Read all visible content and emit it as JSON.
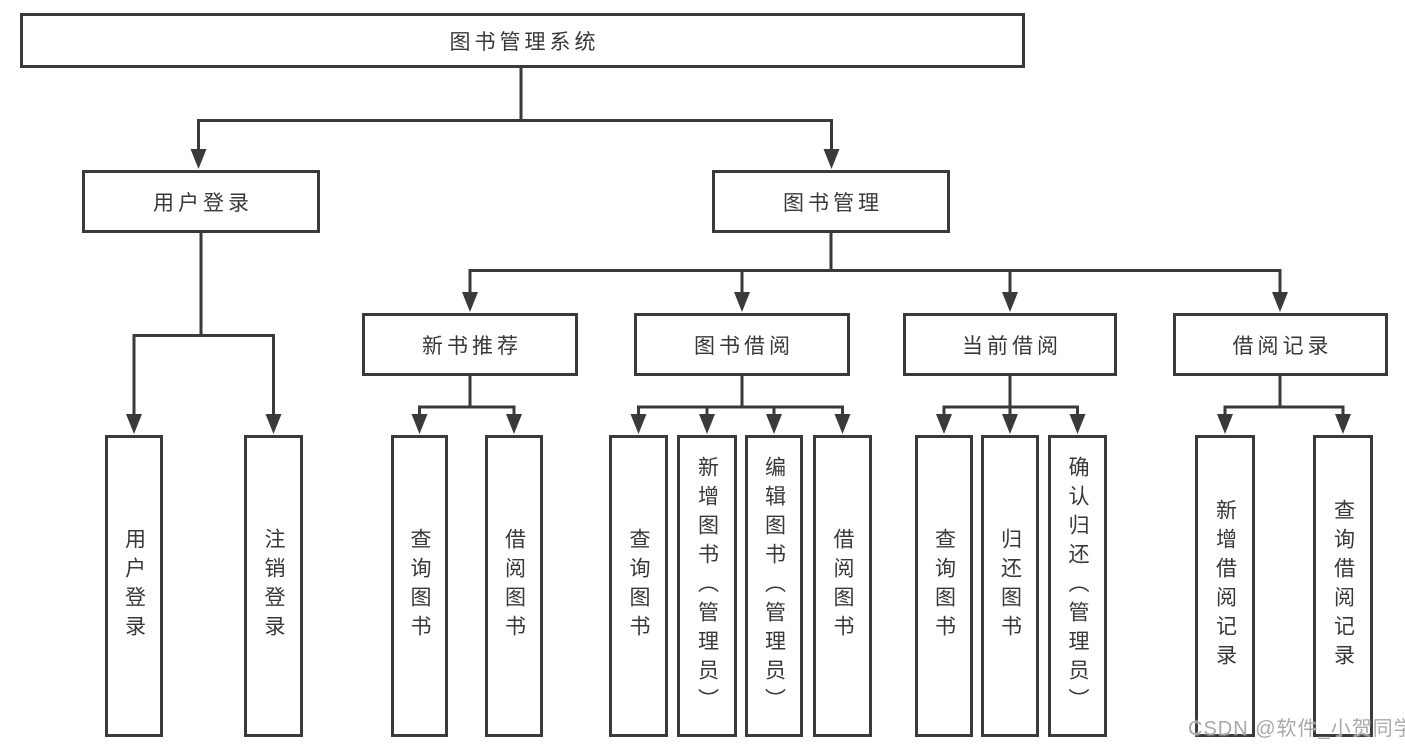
{
  "tree": {
    "label": "图书管理系统",
    "children": [
      {
        "label": "用户登录",
        "leaves": [
          "用户登录",
          "注销登录"
        ]
      },
      {
        "label": "图书管理",
        "children": [
          {
            "label": "新书推荐",
            "leaves": [
              "查询图书",
              "借阅图书"
            ]
          },
          {
            "label": "图书借阅",
            "leaves": [
              "查询图书",
              "新增图书（管理员）",
              "编辑图书（管理员）",
              "借阅图书"
            ]
          },
          {
            "label": "当前借阅",
            "leaves": [
              "查询图书",
              "归还图书",
              "确认归还（管理员）"
            ]
          },
          {
            "label": "借阅记录",
            "leaves": [
              "新增借阅记录",
              "查询借阅记录"
            ]
          }
        ]
      }
    ]
  },
  "watermark": {
    "text": "CSDN @软件_小贺同学",
    "color": "#a9a9a9"
  },
  "colors": {
    "line": "#3a3a3a",
    "box_border": "#3a3a3a",
    "box_fill": "#ffffff",
    "text": "#383838",
    "background": "#ffffff"
  }
}
